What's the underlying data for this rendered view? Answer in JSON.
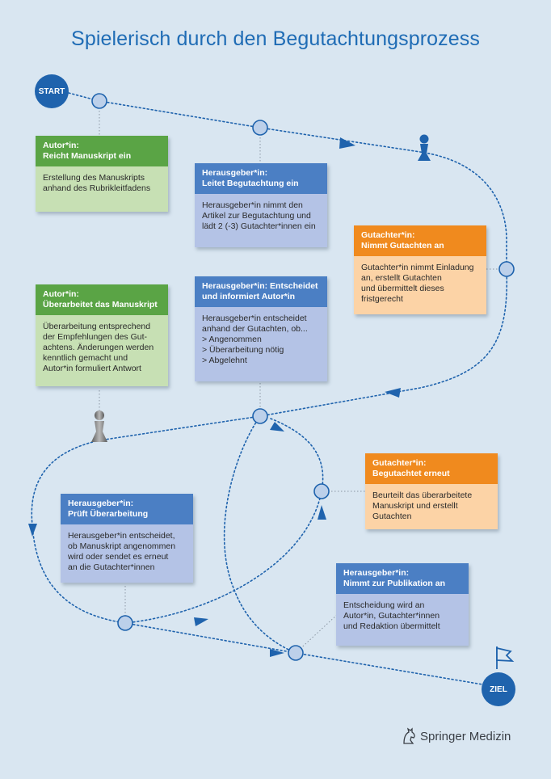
{
  "title": "Spielerisch durch den Begutachtungsprozess",
  "start_label": "START",
  "end_label": "ZIEL",
  "colors": {
    "title": "#1f6cb5",
    "path": "#1f63ad",
    "green": "#5aa445",
    "blue": "#4b7fc4",
    "orange": "#f08a1e"
  },
  "cards": {
    "autor1": {
      "header": [
        "Autor*in:",
        "Reicht Manuskript ein"
      ],
      "body": [
        "Erstellung des Manuskripts",
        "anhand des Rubrikleitfadens"
      ]
    },
    "hg1": {
      "header": [
        "Herausgeber*in:",
        "Leitet Begutachtung ein"
      ],
      "body": [
        "Herausgeber*in nimmt den",
        "Artikel zur Begutachtung und",
        "lädt 2 (-3) Gutachter*innen ein"
      ]
    },
    "gut1": {
      "header": [
        "Gutachter*in:",
        "Nimmt Gutachten an"
      ],
      "body": [
        "Gutachter*in nimmt Einladung",
        "an, erstellt Gutachten",
        "und übermittelt dieses",
        "fristgerecht"
      ]
    },
    "autor2": {
      "header": [
        "Autor*in:",
        "Überarbeitet das Manuskript"
      ],
      "body": [
        "Überarbeitung entsprechend",
        "der Empfehlungen des Gut-",
        "achtens. Änderungen werden",
        "kenntlich gemacht und",
        "Autor*in formuliert Antwort"
      ]
    },
    "hg2": {
      "header": [
        "Herausgeber*in: Entscheidet",
        "und informiert Autor*in"
      ],
      "body": [
        "Herausgeber*in entscheidet",
        "anhand der Gutachten, ob...",
        "> Angenommen",
        "> Überarbeitung nötig",
        "> Abgelehnt"
      ]
    },
    "gut2": {
      "header": [
        "Gutachter*in:",
        "Begutachtet erneut"
      ],
      "body": [
        "Beurteilt das überarbeitete",
        "Manuskript und erstellt",
        "Gutachten"
      ]
    },
    "hg3": {
      "header": [
        "Herausgeber*in:",
        "Prüft Überarbeitung"
      ],
      "body": [
        "Herausgeber*in entscheidet,",
        "ob Manuskript angenommen",
        "wird oder sendet es erneut",
        "an die Gutachter*innen"
      ]
    },
    "hg4": {
      "header": [
        "Herausgeber*in:",
        "Nimmt zur Publikation an"
      ],
      "body": [
        "Entscheidung wird an",
        "Autor*in, Gutachter*innen",
        "und Redaktion übermittelt"
      ]
    }
  },
  "logo": {
    "brand": "Springer",
    "sub": "Medizin"
  }
}
